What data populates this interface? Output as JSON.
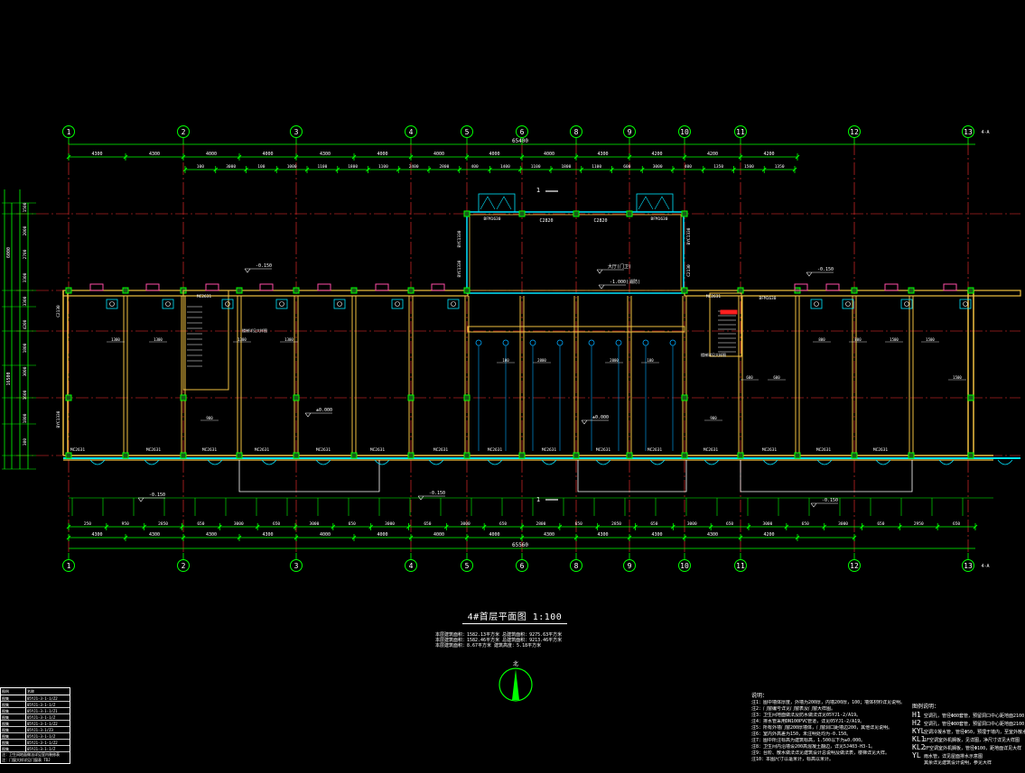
{
  "drawing": {
    "title": "4#首层平面图  1:100",
    "stats": [
      "本层建筑面积：1582.13平方米  总建筑面积：9275.63平方米",
      "本层建筑面积：1582.46平方米  总建筑面积：9213.46平方米",
      "本层建筑面积：8.67平方米    建筑高度：5.18平方米"
    ],
    "north_label": "北"
  },
  "grid": {
    "labels": [
      "1",
      "2",
      "3",
      "4",
      "5",
      "6",
      "8",
      "9",
      "10",
      "11",
      "12",
      "13"
    ],
    "end_label": "4-A",
    "top_dims": [
      "4300",
      "4300",
      "4000",
      "4000",
      "4300",
      "4000",
      "4000",
      "4000",
      "4000",
      "4300",
      "4200",
      "4200",
      "4200"
    ],
    "top_total": "65400",
    "top_sub": [
      "100",
      "3000",
      "100",
      "1000",
      "1100",
      "1800",
      "1100",
      "2400",
      "2800",
      "400",
      "1400",
      "1100",
      "1800",
      "1100",
      "600",
      "3000",
      "400",
      "1350",
      "1500",
      "1350"
    ],
    "bottom_dims": [
      "4300",
      "4300",
      "4300",
      "4300",
      "4000",
      "4000",
      "4000",
      "4000",
      "4300",
      "4300",
      "4300",
      "4300",
      "4200"
    ],
    "bottom_total": "65560",
    "bottom_sub": [
      "250",
      "950",
      "2850",
      "650",
      "3000",
      "650",
      "3000",
      "650",
      "3000",
      "650",
      "3000",
      "650",
      "2800",
      "650",
      "2850",
      "650",
      "3000",
      "650",
      "3000",
      "650",
      "3000",
      "650",
      "2950",
      "650"
    ],
    "left_dims": [
      "6000",
      "16500"
    ],
    "left_sub": [
      "1500",
      "2000",
      "2700",
      "3300",
      "3300",
      "4200",
      "1800",
      "3000",
      "1600",
      "1800",
      "300"
    ]
  },
  "rooms": {
    "door_labels": [
      "MC2631",
      "MC2631",
      "MC2631",
      "MC2631",
      "MC2631",
      "MC2631",
      "MC2631",
      "MC2631",
      "MC2631",
      "MC2631",
      "MC2631",
      "MC2631",
      "MC2631",
      "MC2631",
      "MC2631"
    ],
    "top_doors": [
      "MC2631",
      "MC2631",
      "BFM1630"
    ],
    "window_labels": [
      "C2820",
      "C2820"
    ],
    "entrance_labels": [
      "BFM1630",
      "BFM1630"
    ],
    "vertical_labels": [
      "BYC1330",
      "BYC1330",
      "BYC1330",
      "C2130",
      "C2130"
    ],
    "levels": [
      "-0.150",
      "-0.150",
      "-0.150",
      "-0.150",
      "-0.150",
      "±0.000",
      "±0.000",
      "-1.000(消防)",
      "大厅(门卫)"
    ],
    "section_marks": [
      "1",
      "1"
    ],
    "stair_notes": [
      "楼梯详见大样图",
      "楼梯详见大样图"
    ],
    "small_dims": [
      "1300",
      "1300",
      "1300",
      "1300",
      "100",
      "2000",
      "2000",
      "100",
      "900",
      "900",
      "600",
      "600",
      "800",
      "800",
      "1500",
      "1500",
      "1500"
    ]
  },
  "legend": {
    "header": [
      "图例",
      "名称"
    ],
    "rows": [
      [
        "图集",
        "05YJ1-3-1-1/Z2"
      ],
      [
        "图集",
        "05YJ1-3-1-1/Z"
      ],
      [
        "图集",
        "05YJ1-3-1-1/Z1"
      ],
      [
        "图集",
        "05YJ1-3-1-1/Z"
      ],
      [
        "图集",
        "05YJ1-3-1-1/Z2"
      ],
      [
        "图集",
        "05YJ1-3-1/Z3"
      ],
      [
        "图集",
        "05YJ1-3-1-1/Z"
      ],
      [
        "图集",
        "05YJ1-3-1-1/Z2"
      ],
      [
        "图集",
        "05YJ1-3-1-1/Z"
      ]
    ],
    "footer": [
      "注：卫生间地面做法详见室内装修表",
      "注：门窗大样详见门窗表 TDJ"
    ]
  },
  "notes": {
    "title": "说明：",
    "lines": [
      "注1：图中墙体厚度，外墙为200厚，内墙200厚，100；墙体材料详见说明。",
      "注2：门窗编号详见门窗表及门窗大样图。",
      "注3：卫生间地面做法及防水做法详见05YJ1-2/A19。",
      "注4：排水管采用DN100PVC管道，详见05YJ1-2/A19。",
      "注5：所有外墙门窗200厚墙体，门窗洞口距墙边200，其他详见说明。",
      "注6：室内外高差为150，未注明处均为-0.150。",
      "注7：图中所注标高为建筑标高，1.500以下为±0.000。",
      "注8：卫生间内沿墙设200高混凝土翻边，详见5J403-H3-1。",
      "注9：台阶、散水做法详见建筑设计总说明及做法表，楼梯详见大样。",
      "注10：本图尺寸以毫米计，标高以米计。"
    ]
  },
  "codes": {
    "title": "图例说明：",
    "items": [
      [
        "H1",
        "空调孔，管径Φ80套管，预留洞口中心距地面2100，距墙边"
      ],
      [
        "H2",
        "空调孔，管径Φ80套管，预留洞口中心距地面2100，距墙边"
      ],
      [
        "KYL",
        "空调冷凝水管，管径Φ50，预埋于墙内，至室外散水处"
      ],
      [
        "KL1",
        "1F空调室外机搁板，见详图，净尺寸详见大样图"
      ],
      [
        "KL2",
        "2F空调室外机搁板，管径Φ100，距地面详见大样"
      ],
      [
        "YL",
        "雨水管，详见屋面排水示意图"
      ],
      [
        "",
        "其余详见建筑设计说明，参见大样"
      ]
    ]
  }
}
